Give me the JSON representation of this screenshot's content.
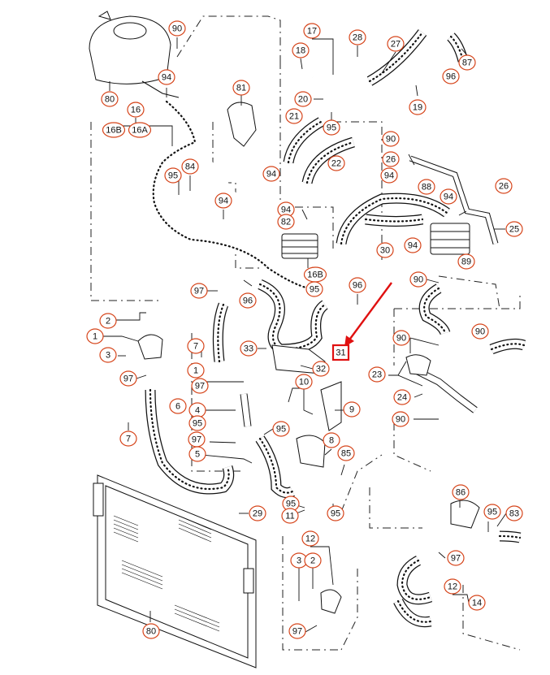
{
  "highlight": {
    "label": "31",
    "color": "#e01010"
  },
  "callout_color": "#d6451b",
  "callouts": [
    {
      "label": "90"
    },
    {
      "label": "80"
    },
    {
      "label": "94"
    },
    {
      "label": "16"
    },
    {
      "label": "16B"
    },
    {
      "label": "16A"
    },
    {
      "label": "95"
    },
    {
      "label": "84"
    },
    {
      "label": "94"
    },
    {
      "label": "81"
    },
    {
      "label": "17"
    },
    {
      "label": "18"
    },
    {
      "label": "28"
    },
    {
      "label": "27"
    },
    {
      "label": "87"
    },
    {
      "label": "96"
    },
    {
      "label": "20"
    },
    {
      "label": "19"
    },
    {
      "label": "21"
    },
    {
      "label": "95"
    },
    {
      "label": "90"
    },
    {
      "label": "22"
    },
    {
      "label": "26"
    },
    {
      "label": "94"
    },
    {
      "label": "94"
    },
    {
      "label": "88"
    },
    {
      "label": "26"
    },
    {
      "label": "94"
    },
    {
      "label": "94"
    },
    {
      "label": "82"
    },
    {
      "label": "30"
    },
    {
      "label": "94"
    },
    {
      "label": "25"
    },
    {
      "label": "89"
    },
    {
      "label": "97"
    },
    {
      "label": "96"
    },
    {
      "label": "16B"
    },
    {
      "label": "95"
    },
    {
      "label": "96"
    },
    {
      "label": "90"
    },
    {
      "label": "2"
    },
    {
      "label": "1"
    },
    {
      "label": "3"
    },
    {
      "label": "97"
    },
    {
      "label": "7"
    },
    {
      "label": "33"
    },
    {
      "label": "32"
    },
    {
      "label": "90"
    },
    {
      "label": "90"
    },
    {
      "label": "7"
    },
    {
      "label": "1"
    },
    {
      "label": "97"
    },
    {
      "label": "6"
    },
    {
      "label": "4"
    },
    {
      "label": "95"
    },
    {
      "label": "10"
    },
    {
      "label": "9"
    },
    {
      "label": "23"
    },
    {
      "label": "24"
    },
    {
      "label": "90"
    },
    {
      "label": "95"
    },
    {
      "label": "97"
    },
    {
      "label": "5"
    },
    {
      "label": "8"
    },
    {
      "label": "85"
    },
    {
      "label": "29"
    },
    {
      "label": "95"
    },
    {
      "label": "11"
    },
    {
      "label": "95"
    },
    {
      "label": "86"
    },
    {
      "label": "95"
    },
    {
      "label": "83"
    },
    {
      "label": "12"
    },
    {
      "label": "3"
    },
    {
      "label": "2"
    },
    {
      "label": "97"
    },
    {
      "label": "12"
    },
    {
      "label": "14"
    },
    {
      "label": "97"
    },
    {
      "label": "80"
    }
  ]
}
